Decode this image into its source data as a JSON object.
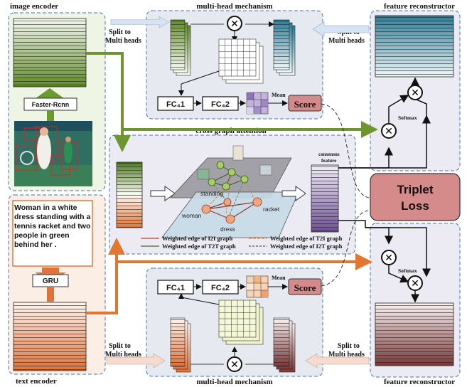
{
  "labels": {
    "image_encoder": "image encoder",
    "text_encoder": "text encoder",
    "mh_top": "multi-head mechanism",
    "mh_bottom": "multi-head mechanism",
    "fr_top": "feature reconstructor",
    "fr_bottom": "feature reconstructor",
    "split_tl_1": "Split to",
    "split_tl_2": "Multi heads",
    "split_tr_1": "Split to",
    "split_tr_2": "Multi heads",
    "split_bl_1": "Split to",
    "split_bl_2": "Multi heads",
    "split_br_1": "Split to",
    "split_br_2": "Multi heads",
    "faster_rcnn": "Faster-Rcnn",
    "gru": "GRU",
    "fc1_top": "FC₄1",
    "fc2_top": "FC₄2",
    "fc1_bottom": "FC₄1",
    "fc2_bottom": "FC₄2",
    "mean_top": "Mean",
    "mean_bottom": "Mean",
    "score_top": "Score",
    "score_bottom": "Score",
    "softmax_top": "Softmax",
    "softmax_bottom": "Softmax",
    "cross_graph": "cross graph attention",
    "consensus_1": "consensus",
    "consensus_2": "feature",
    "triplet_1": "Triplet",
    "triplet_2": "Loss",
    "node_standing": "standing",
    "node_woman": "woman",
    "node_dress": "dress",
    "node_racket": "racket",
    "legend_i2i": "Weighted edge of I2I graph",
    "legend_t2t": "Weighted edge of T2T graph",
    "legend_t2i": "Weighted edge of T2I graph",
    "legend_i2t": "Weighted edge of I2T graph",
    "caption": "Woman in a white dress standing with a tennis racket and two people in green behind her ."
  },
  "colors": {
    "green": "#7a9c3c",
    "orange": "#e07b39",
    "teal": "#4a8fa8",
    "maroon": "#8c4a4a",
    "purple": "#8a6aa8",
    "panel_blue": "#e6eaf2",
    "triplet_fill": "#d68b8b"
  }
}
